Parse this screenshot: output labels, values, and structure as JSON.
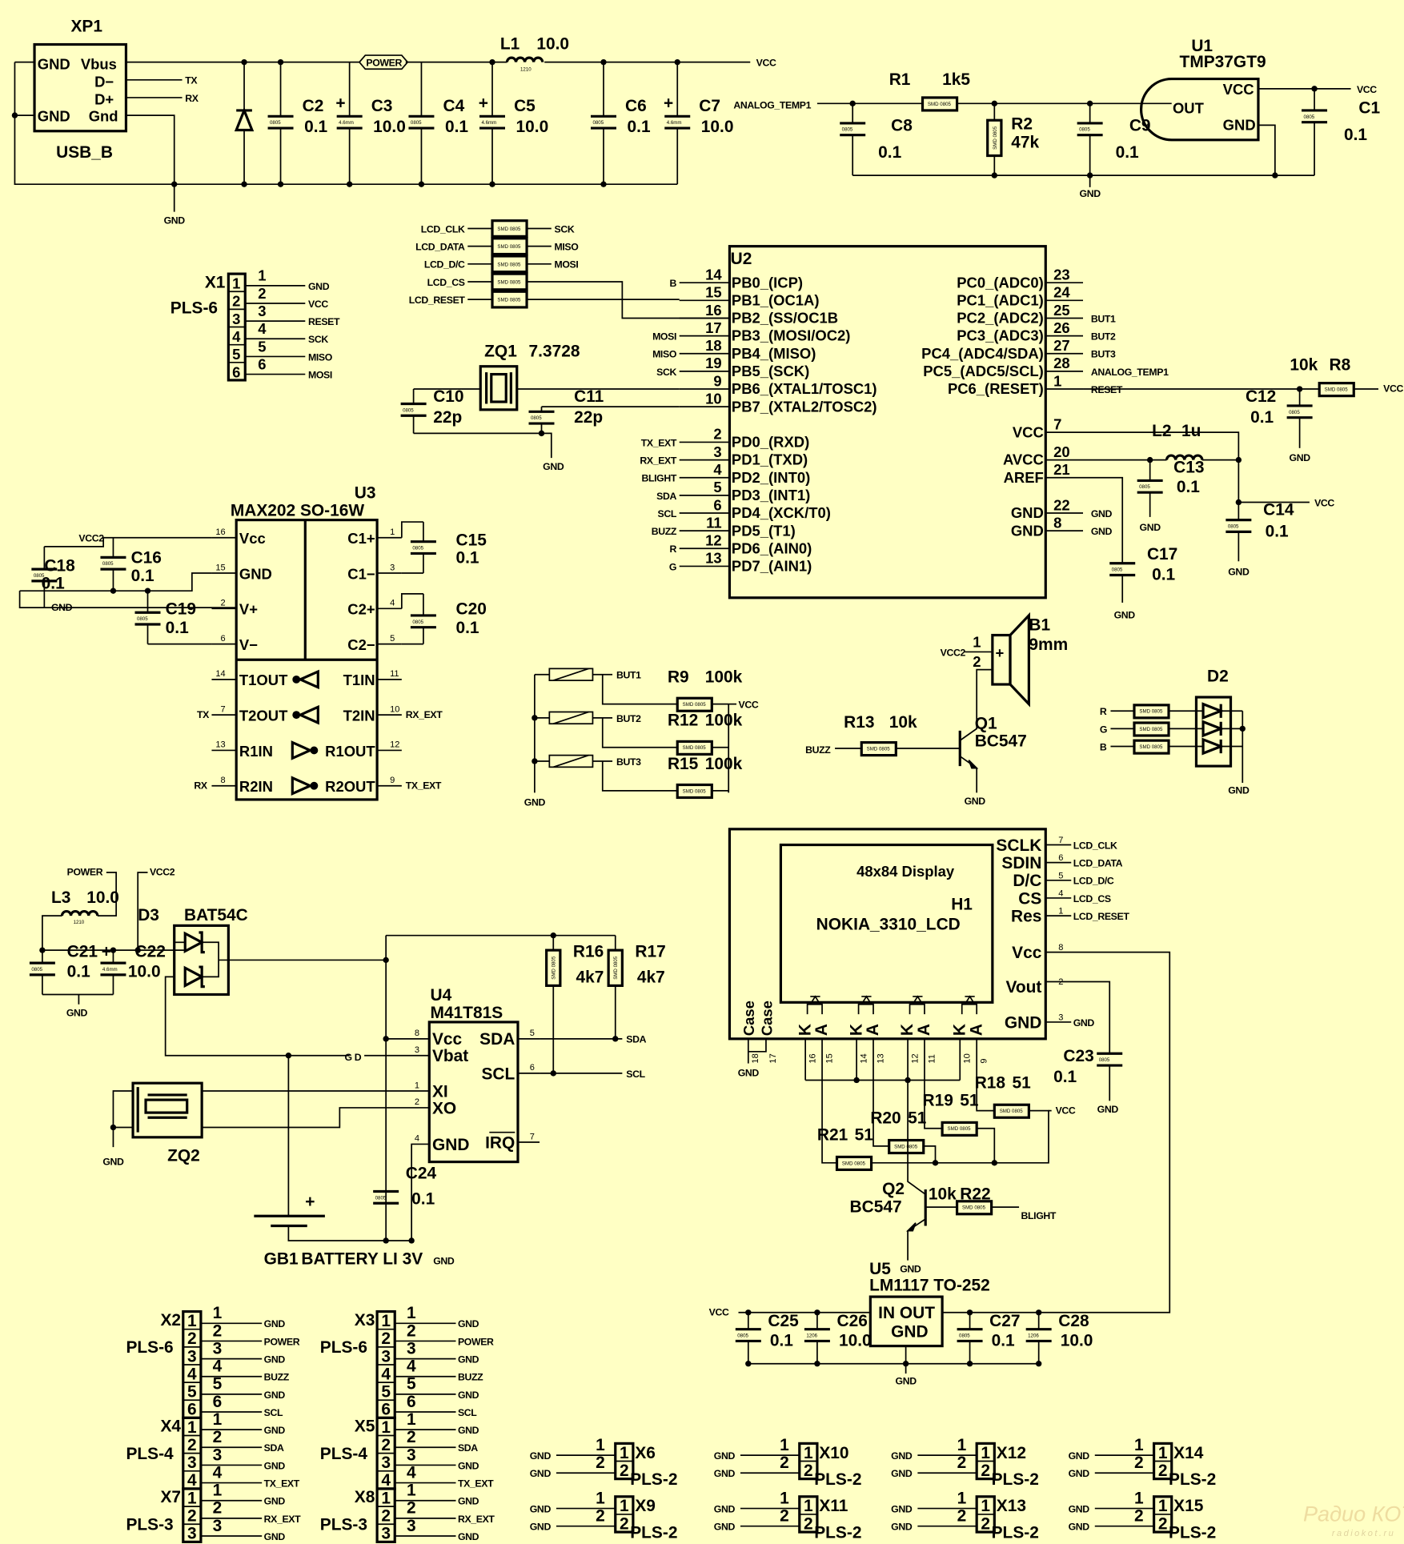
{
  "nets": {
    "gnd": "GND",
    "vcc": "VCC",
    "vcc2": "VCC2",
    "tx": "TX",
    "rx": "RX",
    "power": "POWER",
    "sck": "SCK",
    "miso": "MISO",
    "mosi": "MOSI",
    "reset": "RESET",
    "tx_ext": "TX_EXT",
    "rx_ext": "RX_EXT",
    "but1": "BUT1",
    "but2": "BUT2",
    "but3": "BUT3",
    "analog_temp1": "ANALOG_TEMP1",
    "blight": "BLIGHT",
    "sda": "SDA",
    "scl": "SCL",
    "buzz": "BUZZ",
    "r": "R",
    "g": "G",
    "b": "B",
    "lcd_clk": "LCD_CLK",
    "lcd_data": "LCD_DATA",
    "lcd_dc": "LCD_D/C",
    "lcd_cs": "LCD_CS",
    "lcd_reset": "LCD_RESET"
  },
  "fp": {
    "c0805": "0805",
    "elec": "4.6mm",
    "smd": "SMD 0805",
    "l1210": "1210",
    "c1206": "1206"
  },
  "xp1": {
    "ref": "XP1",
    "type": "USB_B",
    "pins": [
      "GND",
      "Vbus",
      "D−",
      "D+",
      "GND",
      "Gnd"
    ]
  },
  "l1": {
    "ref": "L1",
    "value": "10.0"
  },
  "l2": {
    "ref": "L2",
    "value": "1u"
  },
  "l3": {
    "ref": "L3",
    "value": "10.0"
  },
  "caps": {
    "c1": {
      "ref": "C1",
      "value": "0.1"
    },
    "c2": {
      "ref": "C2",
      "value": "0.1"
    },
    "c3": {
      "ref": "C3",
      "value": "10.0"
    },
    "c4": {
      "ref": "C4",
      "value": "0.1"
    },
    "c5": {
      "ref": "C5",
      "value": "10.0"
    },
    "c6": {
      "ref": "C6",
      "value": "0.1"
    },
    "c7": {
      "ref": "C7",
      "value": "10.0"
    },
    "c8": {
      "ref": "C8",
      "value": "0.1"
    },
    "c9": {
      "ref": "C9",
      "value": "0.1"
    },
    "c10": {
      "ref": "C10",
      "value": "22p"
    },
    "c11": {
      "ref": "C11",
      "value": "22p"
    },
    "c12": {
      "ref": "C12",
      "value": "0.1"
    },
    "c13": {
      "ref": "C13",
      "value": "0.1"
    },
    "c14": {
      "ref": "C14",
      "value": "0.1"
    },
    "c15": {
      "ref": "C15",
      "value": "0.1"
    },
    "c16": {
      "ref": "C16",
      "value": "0.1"
    },
    "c17": {
      "ref": "C17",
      "value": "0.1"
    },
    "c18": {
      "ref": "C18",
      "value": "0.1"
    },
    "c19": {
      "ref": "C19",
      "value": "0.1"
    },
    "c20": {
      "ref": "C20",
      "value": "0.1"
    },
    "c21": {
      "ref": "C21",
      "value": "0.1"
    },
    "c22": {
      "ref": "C22",
      "value": "10.0"
    },
    "c23": {
      "ref": "C23",
      "value": "0.1"
    },
    "c24": {
      "ref": "C24",
      "value": "0.1"
    },
    "c25": {
      "ref": "C25",
      "value": "0.1"
    },
    "c26": {
      "ref": "C26",
      "value": "10.0"
    },
    "c27": {
      "ref": "C27",
      "value": "0.1"
    },
    "c28": {
      "ref": "C28",
      "value": "10.0"
    }
  },
  "res": {
    "r1": {
      "ref": "R1",
      "value": "1k5"
    },
    "r2": {
      "ref": "R2",
      "value": "47k"
    },
    "r8": {
      "ref": "R8",
      "value": "10k"
    },
    "r9": {
      "ref": "R9",
      "value": "100k"
    },
    "r12": {
      "ref": "R12",
      "value": "100k"
    },
    "r15": {
      "ref": "R15",
      "value": "100k"
    },
    "r13": {
      "ref": "R13",
      "value": "10k"
    },
    "r16": {
      "ref": "R16",
      "value": "4k7"
    },
    "r17": {
      "ref": "R17",
      "value": "4k7"
    },
    "r18": {
      "ref": "R18",
      "value": "51"
    },
    "r19": {
      "ref": "R19",
      "value": "51"
    },
    "r20": {
      "ref": "R20",
      "value": "51"
    },
    "r21": {
      "ref": "R21",
      "value": "51"
    },
    "r22": {
      "ref": "R22",
      "value": "10k"
    }
  },
  "u1": {
    "ref": "U1",
    "part": "TMP37GT9",
    "pins": [
      "OUT",
      "VCC",
      "GND"
    ]
  },
  "zq1": {
    "ref": "ZQ1",
    "value": "7.3728"
  },
  "zq2": {
    "ref": "ZQ2"
  },
  "x1": {
    "ref": "X1",
    "type": "PLS-6",
    "pins": [
      "1",
      "2",
      "3",
      "4",
      "5",
      "6"
    ],
    "nets": [
      "GND",
      "VCC",
      "RESET",
      "SCK",
      "MISO",
      "MOSI"
    ]
  },
  "u2": {
    "ref": "U2",
    "left": [
      {
        "n": "14",
        "name": "PB0_(ICP)",
        "net": "B"
      },
      {
        "n": "15",
        "name": "PB1_(OC1A)",
        "net": ""
      },
      {
        "n": "16",
        "name": "PB2_(SS/OC1B",
        "net": ""
      },
      {
        "n": "17",
        "name": "PB3_(MOSI/OC2)",
        "net": "MOSI"
      },
      {
        "n": "18",
        "name": "PB4_(MISO)",
        "net": "MISO"
      },
      {
        "n": "19",
        "name": "PB5_(SCK)",
        "net": "SCK"
      },
      {
        "n": "9",
        "name": "PB6_(XTAL1/TOSC1)",
        "net": ""
      },
      {
        "n": "10",
        "name": "PB7_(XTAL2/TOSC2)",
        "net": ""
      },
      {
        "n": "2",
        "name": "PD0_(RXD)",
        "net": "TX_EXT"
      },
      {
        "n": "3",
        "name": "PD1_(TXD)",
        "net": "RX_EXT"
      },
      {
        "n": "4",
        "name": "PD2_(INT0)",
        "net": "BLIGHT"
      },
      {
        "n": "5",
        "name": "PD3_(INT1)",
        "net": "SDA"
      },
      {
        "n": "6",
        "name": "PD4_(XCK/T0)",
        "net": "SCL"
      },
      {
        "n": "11",
        "name": "PD5_(T1)",
        "net": "BUZZ"
      },
      {
        "n": "12",
        "name": "PD6_(AIN0)",
        "net": "R"
      },
      {
        "n": "13",
        "name": "PD7_(AIN1)",
        "net": "G"
      }
    ],
    "right": [
      {
        "n": "23",
        "name": "PC0_(ADC0)",
        "net": ""
      },
      {
        "n": "24",
        "name": "PC1_(ADC1)",
        "net": ""
      },
      {
        "n": "25",
        "name": "PC2_(ADC2)",
        "net": "BUT1"
      },
      {
        "n": "26",
        "name": "PC3_(ADC3)",
        "net": "BUT2"
      },
      {
        "n": "27",
        "name": "PC4_(ADC4/SDA)",
        "net": "BUT3"
      },
      {
        "n": "28",
        "name": "PC5_(ADC5/SCL)",
        "net": "ANALOG_TEMP1"
      },
      {
        "n": "1",
        "name": "PC6_(RESET)",
        "net": "RESET"
      },
      {
        "n": "7",
        "name": "VCC",
        "net": ""
      },
      {
        "n": "20",
        "name": "AVCC",
        "net": ""
      },
      {
        "n": "21",
        "name": "AREF",
        "net": ""
      },
      {
        "n": "22",
        "name": "GND",
        "net": "GND"
      },
      {
        "n": "8",
        "name": "GND",
        "net": "GND"
      }
    ]
  },
  "u3": {
    "ref": "U3",
    "part": "MAX202 SO-16W",
    "left": [
      {
        "n": "16",
        "name": "Vcc"
      },
      {
        "n": "15",
        "name": "GND"
      },
      {
        "n": "2",
        "name": "V+"
      },
      {
        "n": "6",
        "name": "V−"
      },
      {
        "n": "14",
        "name": "T1OUT"
      },
      {
        "n": "7",
        "name": "T2OUT"
      },
      {
        "n": "13",
        "name": "R1IN"
      },
      {
        "n": "8",
        "name": "R2IN"
      }
    ],
    "right": [
      {
        "n": "1",
        "name": "C1+"
      },
      {
        "n": "3",
        "name": "C1−"
      },
      {
        "n": "4",
        "name": "C2+"
      },
      {
        "n": "5",
        "name": "C2−"
      },
      {
        "n": "11",
        "name": "T1IN"
      },
      {
        "n": "10",
        "name": "T2IN"
      },
      {
        "n": "12",
        "name": "R1OUT"
      },
      {
        "n": "9",
        "name": "R2OUT"
      }
    ]
  },
  "b1": {
    "ref": "B1",
    "value": "9mm",
    "pins": [
      "1",
      "2"
    ],
    "plus": "+"
  },
  "q1": {
    "ref": "Q1",
    "part": "BC547"
  },
  "q2": {
    "ref": "Q2",
    "part": "BC547"
  },
  "d2": {
    "ref": "D2"
  },
  "d3": {
    "ref": "D3",
    "part": "BAT54C"
  },
  "h1": {
    "ref": "H1",
    "title": "48x84 Display",
    "part": "NOKIA_3310_LCD",
    "pins": [
      {
        "n": "7",
        "name": "SCLK"
      },
      {
        "n": "6",
        "name": "SDIN"
      },
      {
        "n": "5",
        "name": "D/C"
      },
      {
        "n": "4",
        "name": "CS"
      },
      {
        "n": "1",
        "name": "Res"
      },
      {
        "n": "8",
        "name": "Vcc"
      },
      {
        "n": "2",
        "name": "Vout"
      },
      {
        "n": "3",
        "name": "GND"
      }
    ],
    "case": "Case",
    "k": "K",
    "a": "A",
    "bottom_pins": [
      "18",
      "17",
      "16",
      "15",
      "14",
      "13",
      "12",
      "11",
      "10",
      "9"
    ]
  },
  "u4": {
    "ref": "U4",
    "part": "M41T81S",
    "left": [
      {
        "n": "8",
        "name": "Vcc"
      },
      {
        "n": "3",
        "name": "Vbat"
      },
      {
        "n": "1",
        "name": "XI"
      },
      {
        "n": "2",
        "name": "XO"
      },
      {
        "n": "4",
        "name": "GND"
      }
    ],
    "right": [
      {
        "n": "5",
        "name": "SDA"
      },
      {
        "n": "6",
        "name": "SCL"
      },
      {
        "n": "7",
        "name": "IRQ"
      }
    ]
  },
  "gb1": {
    "ref": "GB1",
    "part": "BATTERY LI 3V",
    "plus": "+"
  },
  "u5": {
    "ref": "U5",
    "part": "LM1117 TO-252",
    "pins": [
      "IN OUT",
      "GND"
    ]
  },
  "headers": [
    {
      "ref": "X2",
      "type": "PLS-6",
      "nets": [
        "GND",
        "POWER",
        "GND",
        "BUZZ",
        "GND",
        "SCL"
      ]
    },
    {
      "ref": "X4",
      "type": "PLS-4",
      "nets": [
        "GND",
        "SDA",
        "GND",
        "TX_EXT"
      ]
    },
    {
      "ref": "X7",
      "type": "PLS-3",
      "nets": [
        "GND",
        "RX_EXT",
        "GND"
      ]
    },
    {
      "ref": "X3",
      "type": "PLS-6",
      "nets": [
        "GND",
        "POWER",
        "GND",
        "BUZZ",
        "GND",
        "SCL"
      ]
    },
    {
      "ref": "X5",
      "type": "PLS-4",
      "nets": [
        "GND",
        "SDA",
        "GND",
        "TX_EXT"
      ]
    },
    {
      "ref": "X8",
      "type": "PLS-3",
      "nets": [
        "GND",
        "RX_EXT",
        "GND"
      ]
    }
  ],
  "pin_numbers": [
    "1",
    "2",
    "3",
    "4",
    "5",
    "6"
  ],
  "pls2": [
    {
      "ref": "X6",
      "type": "PLS-2",
      "nets": [
        "GND",
        "GND"
      ]
    },
    {
      "ref": "X9",
      "type": "PLS-2",
      "nets": [
        "GND",
        "GND"
      ]
    },
    {
      "ref": "X10",
      "type": "PLS-2",
      "nets": [
        "GND",
        "GND"
      ]
    },
    {
      "ref": "X11",
      "type": "PLS-2",
      "nets": [
        "GND",
        "GND"
      ]
    },
    {
      "ref": "X12",
      "type": "PLS-2",
      "nets": [
        "GND",
        "GND"
      ]
    },
    {
      "ref": "X13",
      "type": "PLS-2",
      "nets": [
        "GND",
        "GND"
      ]
    },
    {
      "ref": "X14",
      "type": "PLS-2",
      "nets": [
        "GND",
        "GND"
      ]
    },
    {
      "ref": "X15",
      "type": "PLS-2",
      "nets": [
        "GND",
        "GND"
      ]
    }
  ],
  "misc": {
    "gd_break": "G D"
  },
  "watermark": {
    "line1": "Радио КОТ",
    "line2": "radiokot.ru"
  }
}
